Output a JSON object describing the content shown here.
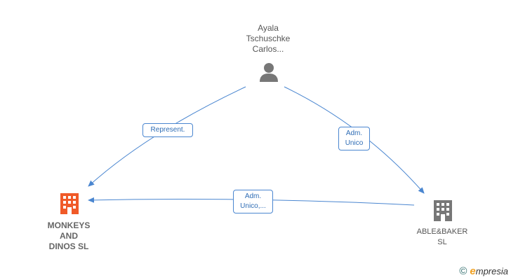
{
  "nodes": {
    "person": {
      "label": "Ayala\nTschuschke\nCarlos...",
      "icon": "person-icon"
    },
    "company_left": {
      "label": "MONKEYS\nAND\nDINOS  SL",
      "icon": "building-icon",
      "color": "#f05a28"
    },
    "company_right": {
      "label": "ABLE&BAKER\nSL",
      "icon": "building-icon",
      "color": "#777777"
    }
  },
  "edges": {
    "represent": {
      "label": "Represent."
    },
    "adm_unico": {
      "label": "Adm.\nUnico"
    },
    "adm_unico_multi": {
      "label": "Adm.\nUnico,..."
    }
  },
  "colors": {
    "edge": "#4a86d0",
    "person": "#777777"
  },
  "footer": {
    "copyright_symbol": "©",
    "brand_first": "e",
    "brand_rest": "mpresia"
  }
}
